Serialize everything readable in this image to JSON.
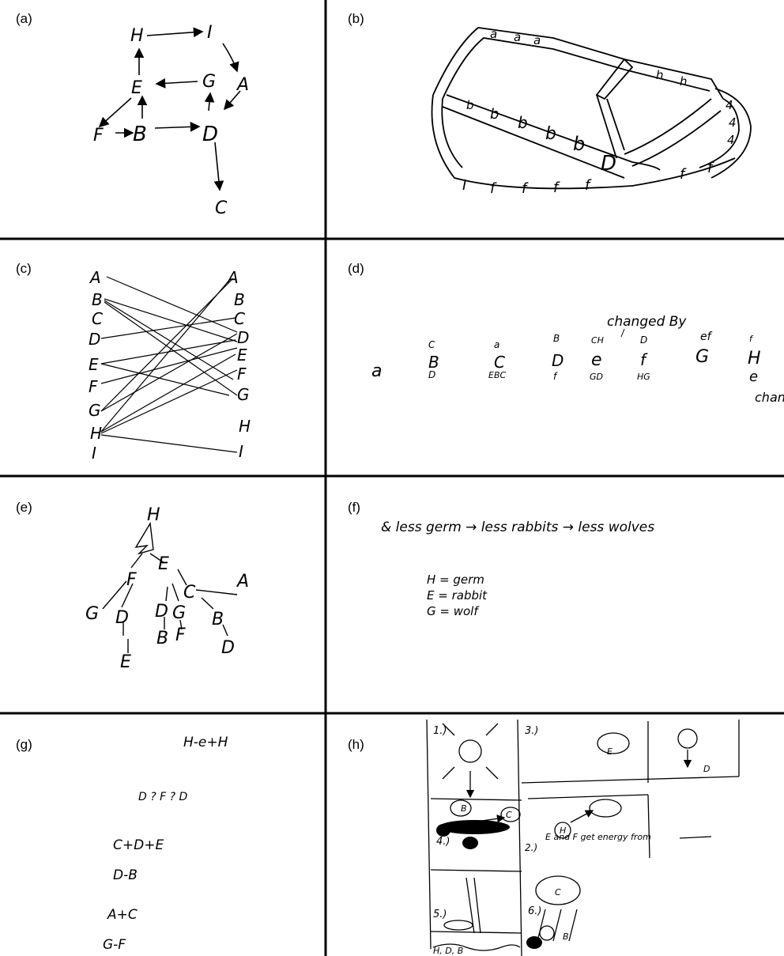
{
  "panels": {
    "a": {
      "label": "(a)",
      "nodes": [
        "H",
        "I",
        "E",
        "G",
        "A",
        "F",
        "B",
        "D",
        "C"
      ]
    },
    "b": {
      "label": "(b)",
      "strand_letters": [
        "a",
        "b",
        "h",
        "4",
        "f",
        "I",
        "D"
      ]
    },
    "c": {
      "label": "(c)",
      "left": [
        "A",
        "B",
        "C",
        "D",
        "E",
        "F",
        "G",
        "H",
        "I"
      ],
      "right": [
        "A",
        "B",
        "C",
        "D",
        "E",
        "F",
        "G",
        "H",
        "I"
      ]
    },
    "d": {
      "label": "(d)",
      "caption_top": "changed By",
      "caption_bottom": "chang",
      "columns": [
        {
          "main": "a",
          "above": "",
          "below": ""
        },
        {
          "main": "B",
          "above": "C",
          "below": "D"
        },
        {
          "main": "C",
          "above": "a",
          "below": "EBC"
        },
        {
          "main": "D",
          "above": "B",
          "below": "f"
        },
        {
          "main": "e",
          "above": "CH",
          "below": "GD"
        },
        {
          "main": "f",
          "above": "D",
          "below": "HG"
        },
        {
          "main": "G",
          "above": "ef",
          "below": ""
        },
        {
          "main": "H",
          "above": "f",
          "below": "e"
        }
      ]
    },
    "e": {
      "label": "(e)",
      "nodes": [
        "H",
        "F",
        "E",
        "C",
        "A",
        "G",
        "D",
        "D",
        "G",
        "B",
        "E",
        "B",
        "F",
        "D"
      ]
    },
    "f": {
      "label": "(f)",
      "chain": "& less germ → less rabbits → less wolves",
      "legend": [
        "H = germ",
        "E = rabbit",
        "G = wolf"
      ]
    },
    "g": {
      "label": "(g)",
      "lines": [
        "H-e+H",
        "D ? F ? D",
        "C+D+E",
        "D-B",
        "A+C",
        "G-F"
      ]
    },
    "h": {
      "label": "(h)",
      "notes": [
        "1.)",
        "3.)",
        "B",
        "E",
        "C",
        "H",
        "2.)",
        "4.)",
        "5.)",
        "6.)",
        "C",
        "E and F get energy from",
        "H, D, B",
        "D",
        "B"
      ]
    }
  }
}
